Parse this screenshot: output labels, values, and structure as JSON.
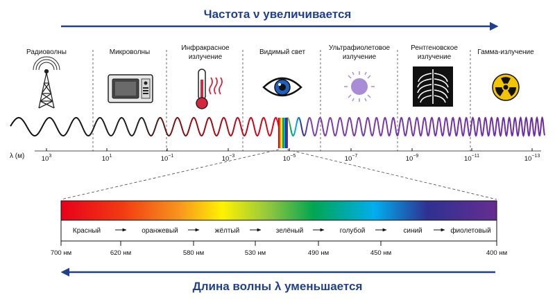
{
  "header_top": "Частота ν увеличивается",
  "header_bottom": "Длина волны λ уменьшается",
  "accent_color": "#1f3f8f",
  "categories": [
    {
      "label_lines": [
        "Радиоволны"
      ],
      "icon": "radio-tower-icon"
    },
    {
      "label_lines": [
        "Микроволны"
      ],
      "icon": "microwave-oven-icon"
    },
    {
      "label_lines": [
        "Инфракрасное",
        "излучение"
      ],
      "icon": "thermometer-icon"
    },
    {
      "label_lines": [
        "Видимый свет"
      ],
      "icon": "eye-icon"
    },
    {
      "label_lines": [
        "Ультрафиолетовое",
        "излучение"
      ],
      "icon": "uv-sun-icon"
    },
    {
      "label_lines": [
        "Рентгеновское",
        "излучение"
      ],
      "icon": "xray-chest-icon"
    },
    {
      "label_lines": [
        "Гамма-излучение"
      ],
      "icon": "radiation-icon"
    }
  ],
  "axis_label": "λ (м)",
  "wavelength_ticks": [
    {
      "base": "10",
      "exp": "3"
    },
    {
      "base": "10",
      "exp": "1"
    },
    {
      "base": "10",
      "exp": "−1"
    },
    {
      "base": "10",
      "exp": "−3"
    },
    {
      "base": "10",
      "exp": "−5"
    },
    {
      "base": "10",
      "exp": "−7"
    },
    {
      "base": "10",
      "exp": "−9"
    },
    {
      "base": "10",
      "exp": "−11"
    },
    {
      "base": "10",
      "exp": "−13"
    }
  ],
  "visible_colors": [
    "Красный",
    "оранжевый",
    "жёлтый",
    "зелёный",
    "голубой",
    "синий",
    "фиолетовый"
  ],
  "visible_boundaries": [
    "700 нм",
    "620 нм",
    "580 нм",
    "530 нм",
    "490 нм",
    "450 нм",
    "400 нм"
  ]
}
